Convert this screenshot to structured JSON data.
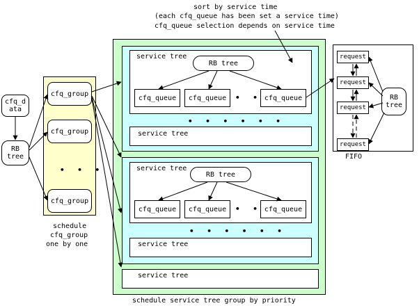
{
  "annotation": {
    "line1": "sort by service time",
    "line2": "(each cfq_queue has been set a service time)",
    "line3": "cfq_queue selection depends on service time"
  },
  "left": {
    "cfq_data_line1": "cfq_d",
    "cfq_data_line2": "ata",
    "rb_tree_line1": "RB",
    "rb_tree_line2": "tree"
  },
  "groups": {
    "labels": [
      "cfq_group",
      "cfq_group",
      "cfq_group"
    ],
    "ellipsis": "• • •",
    "caption_line1": "schedule",
    "caption_line2": "cfq_group",
    "caption_line3": "one by one"
  },
  "service_group_1": {
    "tree_label": "service tree",
    "rb_tree": "RB tree",
    "queues": [
      "cfq_queue",
      "cfq_queue",
      "cfq_queue"
    ],
    "queue_ellipsis": "• • •",
    "tree_ellipsis": "• • • • • •",
    "extra_tree_label": "service tree"
  },
  "service_group_2": {
    "tree_label": "service tree",
    "rb_tree": "RB tree",
    "queues": [
      "cfq_queue",
      "cfq_queue",
      "cfq_queue"
    ],
    "queue_ellipsis": "• • •",
    "tree_ellipsis": "• • • • • •",
    "extra_tree_label": "service tree"
  },
  "bottom_tree_label": "service tree",
  "outer_caption": "schedule service tree group by priority",
  "fifo": {
    "requests": [
      "request",
      "request",
      "request",
      "request"
    ],
    "rb_line1": "RB",
    "rb_line2": "tree",
    "label": "FIFO"
  },
  "colors": {
    "yellow_group": "#ffffcc",
    "outer_green": "#ccffcc",
    "inner_cyan": "#ccffff"
  }
}
